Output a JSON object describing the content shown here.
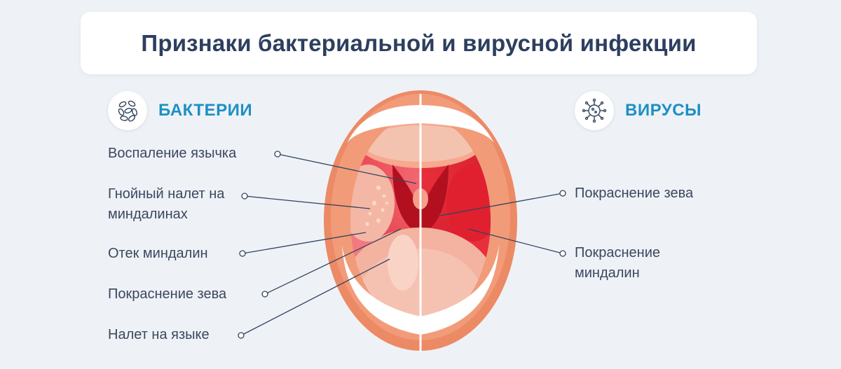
{
  "title": "Признаки бактериальной и вирусной инфекции",
  "bacteria": {
    "heading": "БАКТЕРИИ",
    "icon": "bacteria-icon",
    "signs": [
      "Воспаление язычка",
      "Гнойный налет на миндалинах",
      "Отек миндалин",
      "Покраснение зева",
      "Налет на языке"
    ]
  },
  "viruses": {
    "heading": "ВИРУСЫ",
    "icon": "virus-icon",
    "signs": [
      "Покраснение зева",
      "Покраснение миндалин"
    ]
  },
  "colors": {
    "title": "#2d3f5f",
    "heading": "#1d8fc4",
    "text": "#3c475d",
    "connector": "#34445e",
    "lips": "#ec8a66",
    "throat_inflamed": "#e8303c",
    "tongue": "#f3b3a0"
  }
}
